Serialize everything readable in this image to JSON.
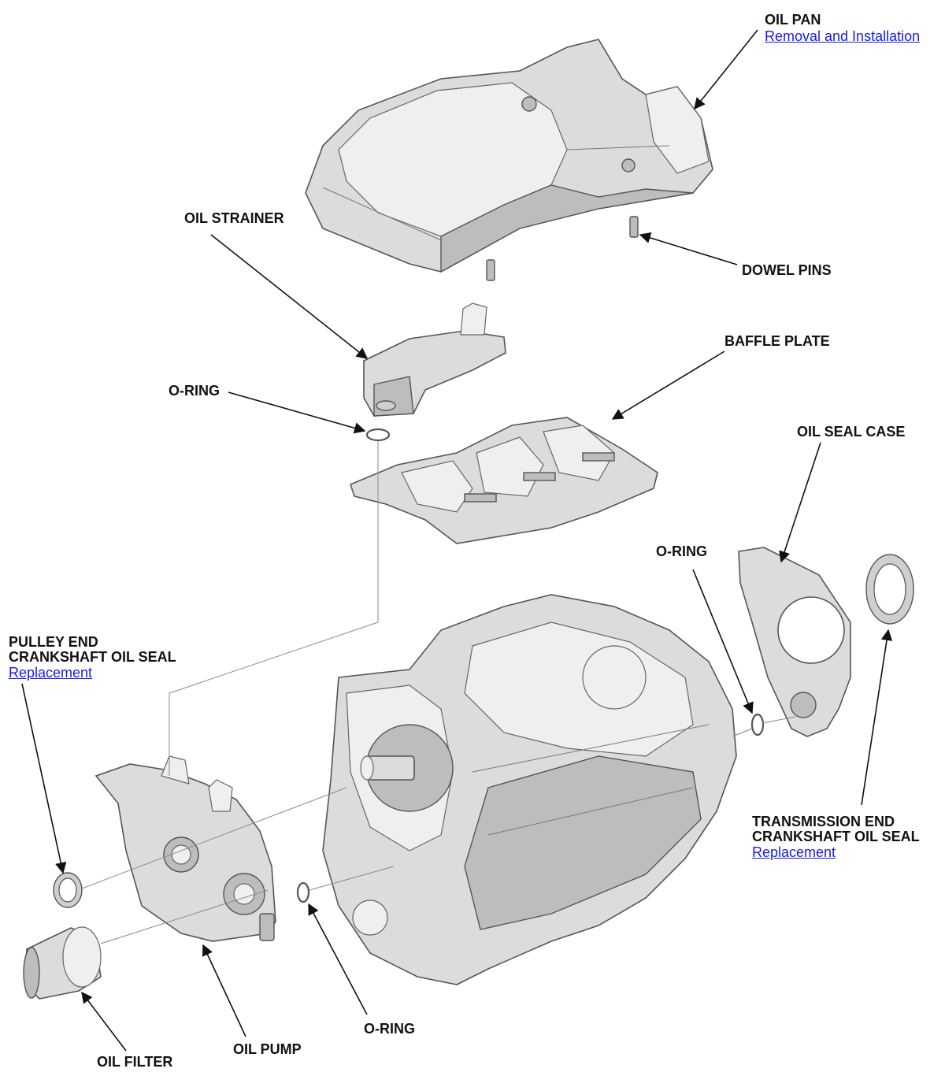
{
  "labels": {
    "oil_pan": "OIL PAN",
    "oil_pan_link": "Removal and Installation",
    "oil_strainer": "OIL STRAINER",
    "dowel_pins": "DOWEL PINS",
    "baffle_plate": "BAFFLE PLATE",
    "o_ring_strainer": "O-RING",
    "oil_seal_case": "OIL SEAL CASE",
    "o_ring_case": "O-RING",
    "pulley_end_line1": "PULLEY END",
    "pulley_end_line2": "CRANKSHAFT OIL SEAL",
    "pulley_end_link": "Replacement",
    "transmission_end_line1": "TRANSMISSION END",
    "transmission_end_line2": "CRANKSHAFT OIL SEAL",
    "transmission_end_link": "Replacement",
    "o_ring_pump": "O-RING",
    "oil_pump": "OIL PUMP",
    "oil_filter": "OIL FILTER"
  },
  "colors": {
    "label_text": "#111111",
    "link": "#1a1ae6",
    "part_fill": "#dcdcdc",
    "part_outline": "#555555"
  }
}
